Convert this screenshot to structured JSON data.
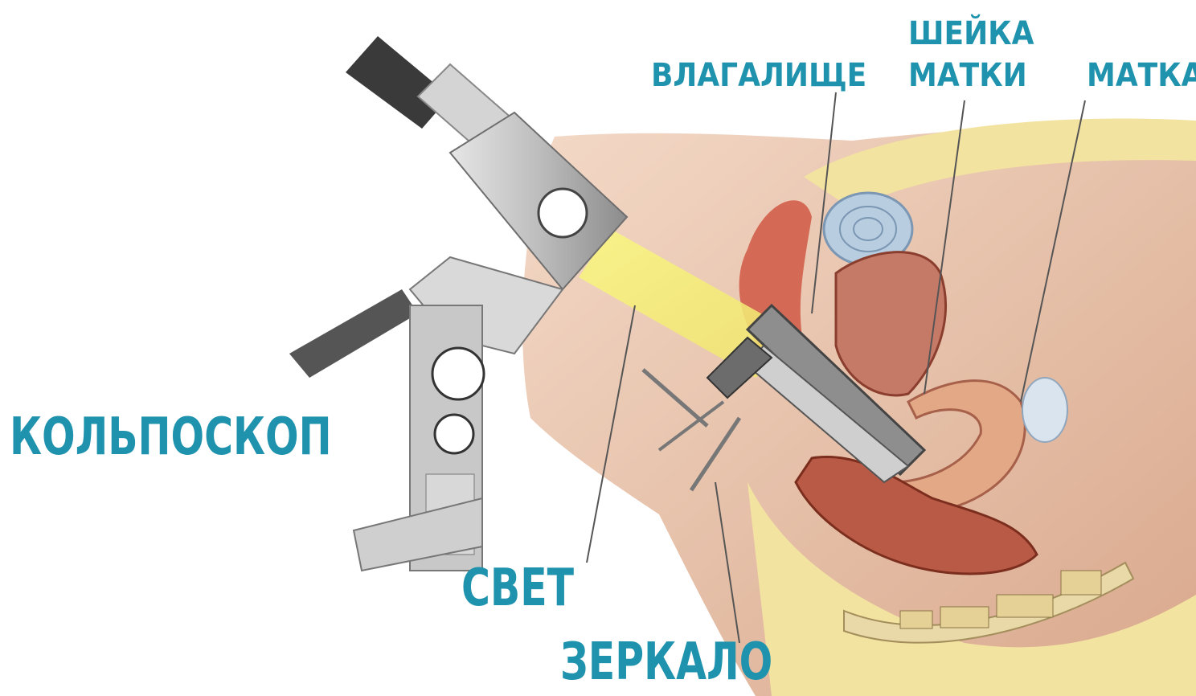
{
  "labels": {
    "colposcope": "КОЛЬПОСКОП",
    "light": "СВЕТ",
    "mirror": "ЗЕРКАЛО",
    "vagina": "ВЛАГАЛИЩЕ",
    "cervix_line1": "ШЕЙКА",
    "cervix_line2": "МАТКИ",
    "uterus": "МАТКА"
  },
  "colors": {
    "label_text": "#1f93ad",
    "light_beam": "#f6f07a",
    "skin": "#e9c3ab",
    "fat_layer": "#f3e3a0",
    "muscle": "#c6604d",
    "instrument_metal": "#c9c9c9",
    "instrument_dark": "#3a3a3a"
  }
}
